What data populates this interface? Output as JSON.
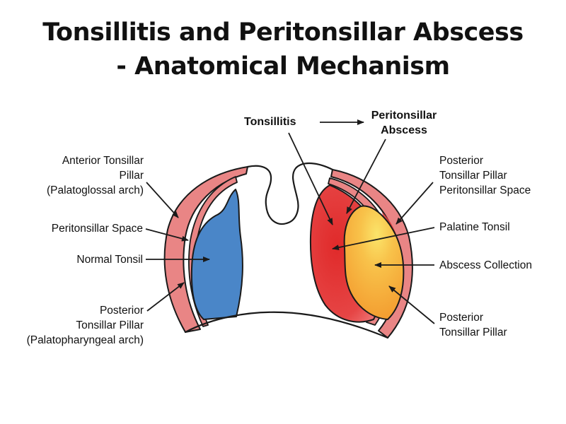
{
  "title": {
    "line1": "Tonsillitis and Peritonsillar Abscess",
    "line2": "- Anatomical Mechanism"
  },
  "header_labels": {
    "tonsillitis": "Tonsillitis",
    "peritonsillar_abscess_line1": "Peritonsillar",
    "peritonsillar_abscess_line2": "Abscess"
  },
  "left_labels": {
    "anterior_pillar": [
      "Anterior Tonsillar",
      "Pillar",
      "(Palatoglossal arch)"
    ],
    "peritonsillar_space": "Peritonsillar Space",
    "normal_tonsil": "Normal Tonsil",
    "posterior_pillar": [
      "Posterior",
      "Tonsillar Pillar",
      "(Palatopharyngeal arch)"
    ]
  },
  "right_labels": {
    "posterior_pillar_space": [
      "Posterior",
      "Tonsillar Pillar",
      "Peritonsillar Space"
    ],
    "palatine_tonsil": "Palatine Tonsil",
    "abscess_collection": "Abscess Collection",
    "posterior_pillar": [
      "Posterior",
      "Tonsillar Pillar"
    ]
  },
  "colors": {
    "pillar": "#e98585",
    "normal_tonsil": "#4a86c8",
    "inflamed": "#e53e3e",
    "abscess": "#f5a93a",
    "abscess_highlight": "#fbe26a",
    "outline": "#1a1a1a"
  }
}
